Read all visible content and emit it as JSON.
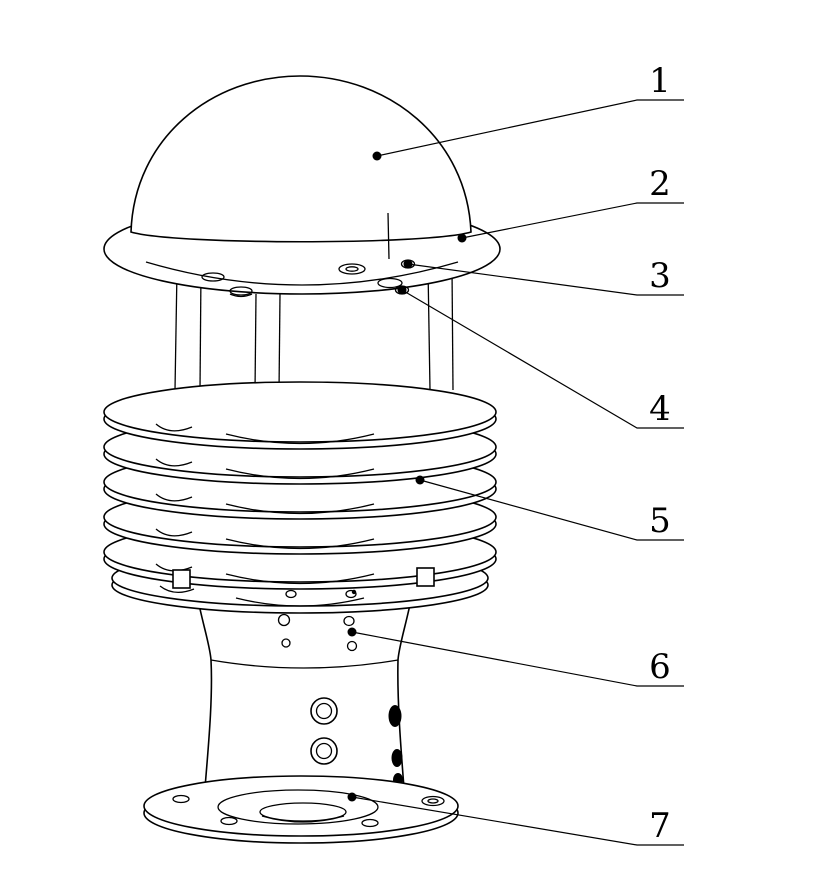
{
  "figure": {
    "background_color": "#ffffff",
    "line_color": "#000000",
    "callouts": [
      {
        "label": "1"
      },
      {
        "label": "2"
      },
      {
        "label": "3"
      },
      {
        "label": "4"
      },
      {
        "label": "5"
      },
      {
        "label": "6"
      },
      {
        "label": "7"
      }
    ]
  }
}
